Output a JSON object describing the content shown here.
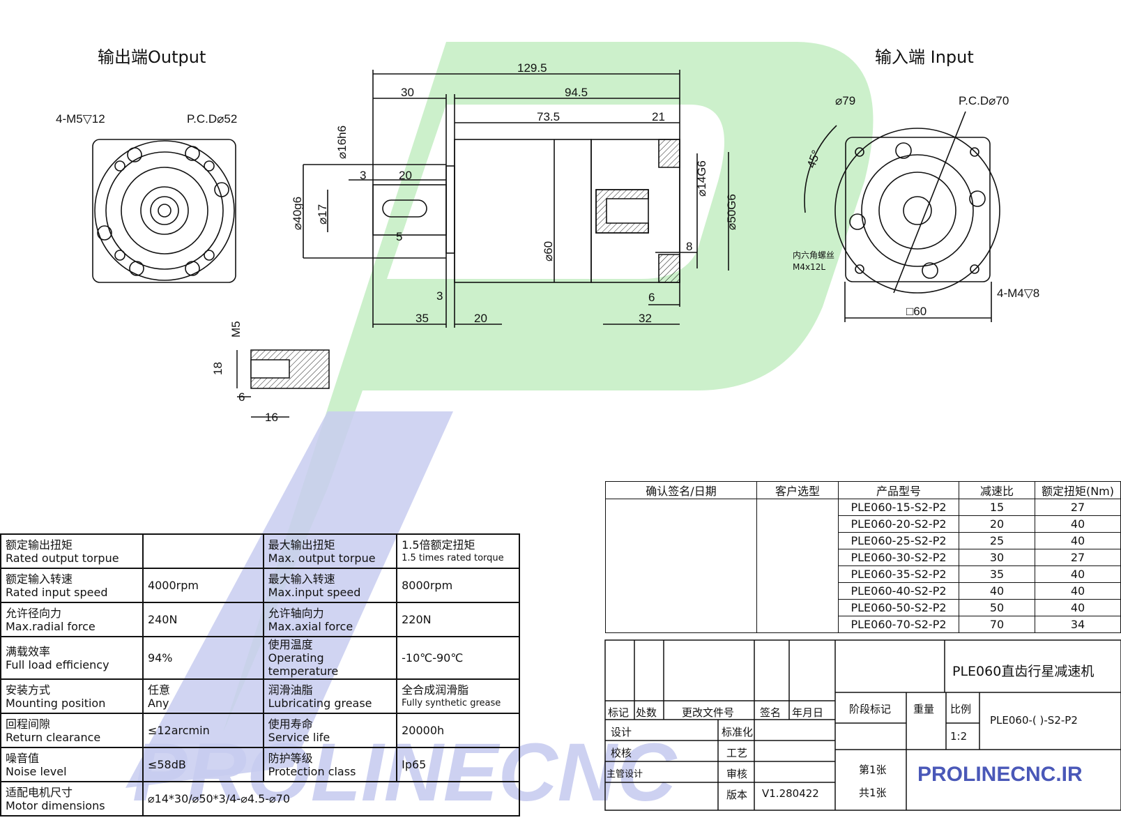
{
  "views": {
    "output_title": "输出端Output",
    "input_title": "输入端 Input"
  },
  "output_view": {
    "bolt_note": "4-M5▽12",
    "pcd": "P.C.D⌀52"
  },
  "input_view": {
    "diameter": "⌀79",
    "pcd": "P.C.D⌀70",
    "angle": "45°",
    "screw_cn": "内六角螺丝",
    "screw": "M4x12L",
    "bolt_note": "4-M4▽8",
    "square": "□60"
  },
  "side_view": {
    "dims": [
      "129.5",
      "30",
      "94.5",
      "73.5",
      "21",
      "3",
      "20",
      "5",
      "35",
      "20",
      "3",
      "6",
      "8",
      "32"
    ],
    "diameters": [
      "⌀16h6",
      "⌀40g6",
      "⌀17",
      "⌀60",
      "⌀14G6",
      "⌀50G6"
    ]
  },
  "thread_detail": {
    "dims": [
      "M5",
      "18",
      "6",
      "16"
    ]
  },
  "spec_table": [
    [
      "额定输出扭矩",
      "Rated  output torpue",
      "",
      "最大输出扭矩",
      "Max. output torpue",
      "1.5倍额定扭矩",
      "1.5 times rated torque"
    ],
    [
      "额定输入转速",
      "Rated  input speed",
      "4000rpm",
      "最大输入转速",
      "Max.input speed",
      "8000rpm",
      ""
    ],
    [
      "允许径向力",
      "Max.radial force",
      "240N",
      "允许轴向力",
      "Max.axial force",
      "220N",
      ""
    ],
    [
      "满载效率",
      "Full load efficiency",
      "94%",
      "使用温度",
      "Operating temperature",
      "-10℃-90℃",
      ""
    ],
    [
      "安装方式",
      "Mounting position",
      "任意\nAny",
      "润滑油脂",
      "Lubricating grease",
      "全合成润滑脂",
      "Fully synthetic grease"
    ],
    [
      "回程间隙",
      "Return clearance",
      "≤12arcmin",
      "使用寿命",
      "Service life",
      "20000h",
      ""
    ],
    [
      "噪音值",
      "Noise level",
      "≤58dB",
      "防护等级",
      "Protection class",
      "Ip65",
      ""
    ]
  ],
  "motor_row": {
    "cn": "适配电机尺寸",
    "en": "Motor dimensions",
    "value": "⌀14*30/⌀50*3/4-⌀4.5-⌀70"
  },
  "model_table": {
    "headers": [
      "确认签名/日期",
      "客户选型",
      "产品型号",
      "减速比",
      "额定扭矩(Nm)"
    ],
    "rows": [
      [
        "PLE060-15-S2-P2",
        "15",
        "27"
      ],
      [
        "PLE060-20-S2-P2",
        "20",
        "40"
      ],
      [
        "PLE060-25-S2-P2",
        "25",
        "40"
      ],
      [
        "PLE060-30-S2-P2",
        "30",
        "27"
      ],
      [
        "PLE060-35-S2-P2",
        "35",
        "40"
      ],
      [
        "PLE060-40-S2-P2",
        "40",
        "40"
      ],
      [
        "PLE060-50-S2-P2",
        "50",
        "40"
      ],
      [
        "PLE060-70-S2-P2",
        "70",
        "34"
      ]
    ]
  },
  "title_block": {
    "product_title": "PLE060直齿行星减速机",
    "labels": [
      "标记",
      "处数",
      "更改文件号",
      "签名",
      "年月日",
      "阶段标记",
      "重量",
      "比例"
    ],
    "rows": [
      "设计",
      "标准化",
      "校核",
      "工艺",
      "主管设计",
      "审核",
      "版本"
    ],
    "version": "V1.280422",
    "scale": "1:2",
    "part": "PLE060-( )-S2-P2",
    "sheet": "第1张",
    "total": "共1张"
  },
  "watermark": "PROLINECNC",
  "brand": "PROLINECNC.IR",
  "colors": {
    "watermark_green": "#c7eec5",
    "watermark_blue": "#c8cdf0",
    "brand_blue": "#4a58b8"
  }
}
